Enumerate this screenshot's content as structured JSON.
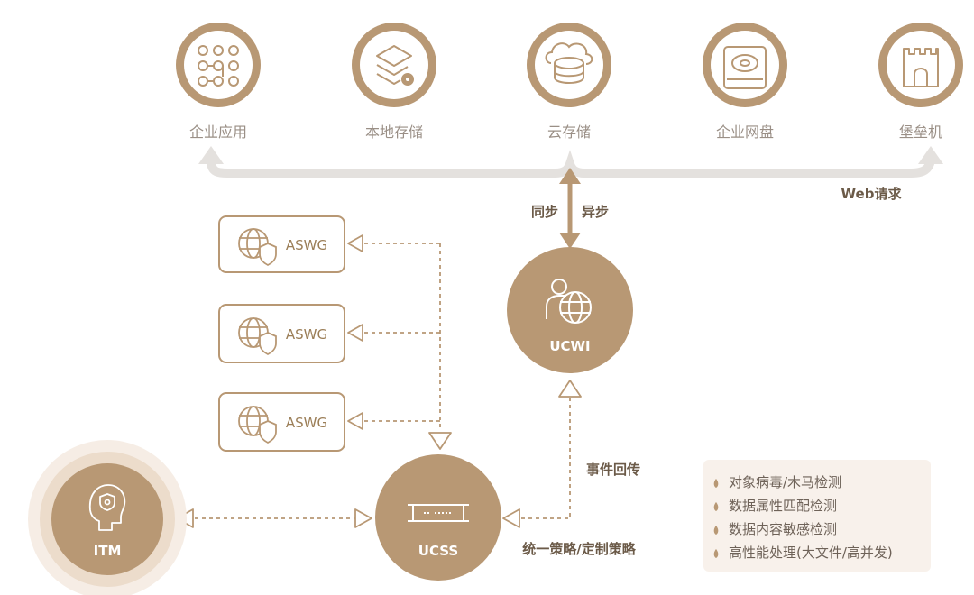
{
  "colors": {
    "brown": "#b89874",
    "brown_dark": "#a5825b",
    "light_gray": "#e4e1de",
    "panel": "#f8f1eb",
    "text_gray": "#9a8f86",
    "text_dark": "#6b5a48"
  },
  "targets": [
    {
      "label": "企业应用",
      "icon": "app-grid-icon"
    },
    {
      "label": "本地存储",
      "icon": "layers-icon"
    },
    {
      "label": "云存储",
      "icon": "cloud-storage-icon"
    },
    {
      "label": "企业网盘",
      "icon": "disk-drive-icon"
    },
    {
      "label": "堡垒机",
      "icon": "castle-icon"
    }
  ],
  "web_request_label": "Web请求",
  "sync_label": "同步",
  "async_label": "异步",
  "ucwi": {
    "label": "UCWI",
    "icon": "user-www-icon"
  },
  "ucss": {
    "label": "UCSS",
    "icon": "appliance-icon"
  },
  "itm": {
    "label": "ITM",
    "icon": "head-shield-icon"
  },
  "aswg": [
    {
      "label": "ASWG",
      "icon": "www-shield-icon"
    },
    {
      "label": "ASWG",
      "icon": "www-shield-icon"
    },
    {
      "label": "ASWG",
      "icon": "www-shield-icon"
    }
  ],
  "event_label": "事件回传",
  "policy_label": "统一策略/定制策略",
  "features": [
    "对象病毒/木马检测",
    "数据属性匹配检测",
    "数据内容敏感检测",
    "高性能处理(大文件/高并发)"
  ]
}
